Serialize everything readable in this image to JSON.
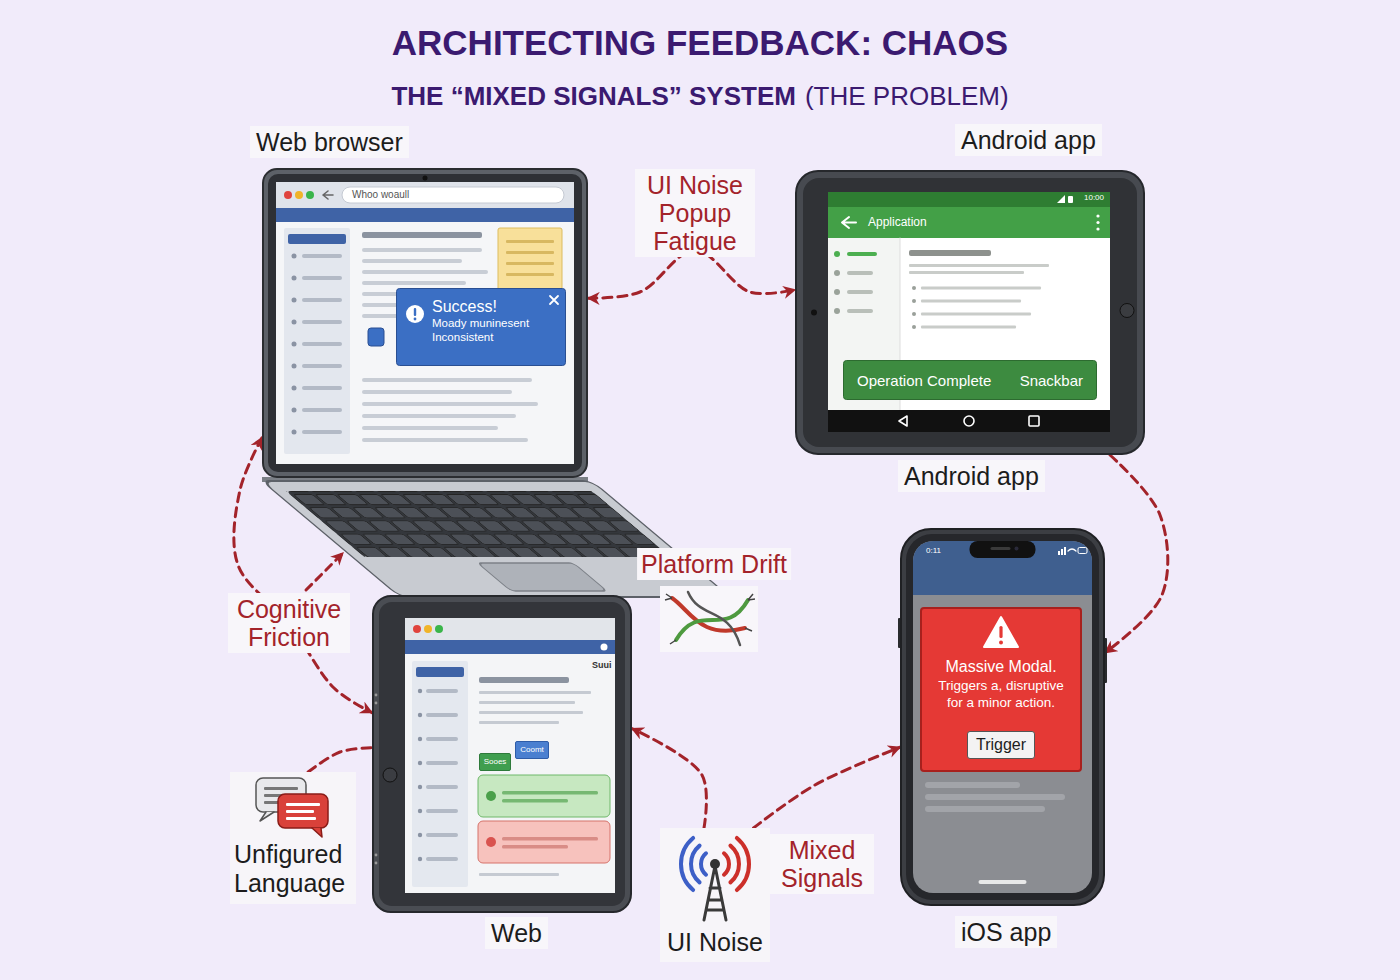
{
  "diagram": {
    "title": "ARCHITECTING FEEDBACK: CHAOS",
    "nodes": [
      {
        "text": [
          "Web browser",
          "Whoo woaull"
        ]
      },
      {
        "text": [
          "Success!",
          "Moady muninesent Inconsistent"
        ],
        "in": 0
      },
      {
        "text": [
          "Android app",
          "10:00",
          "Application",
          "Android app"
        ]
      },
      {
        "text": [
          "Operation Complete",
          "Snackbar"
        ],
        "in": 2
      },
      {
        "text": [
          "Suui",
          "Web"
        ]
      },
      {
        "text": [
          "Sooes"
        ],
        "in": 4
      },
      {
        "text": [
          "Coomt"
        ],
        "in": 4
      },
      {
        "text": [
          "0:11",
          "iOS app"
        ]
      },
      {
        "text": [
          "Massive Modal.",
          "Triggers a, disruptive for a minor action."
        ],
        "in": 7
      },
      {
        "text": [
          "Trigger"
        ],
        "in": 8
      },
      {
        "text": [
          "Unfigured Language"
        ]
      },
      {
        "text": [
          "UI Noise"
        ]
      }
    ],
    "edges": [
      {
        "from": 0,
        "to": 2,
        "arrow": "both",
        "label": "UI Noise Popup Fatigue"
      },
      {
        "from": 2,
        "to": 7,
        "arrow": "to"
      },
      {
        "from": 0,
        "to": 4,
        "arrow": "both",
        "label": "Cognitive Friction"
      },
      {
        "from": 10,
        "to": 4,
        "arrow": "none"
      },
      {
        "from": 11,
        "to": 4,
        "arrow": "to"
      },
      {
        "from": 11,
        "to": 7,
        "arrow": "to",
        "label": "Mixed Signals"
      }
    ],
    "labels": [
      "THE “MIXED SIGNALS” SYSTEM",
      "(THE PROBLEM)",
      "Platform Drift"
    ]
  }
}
